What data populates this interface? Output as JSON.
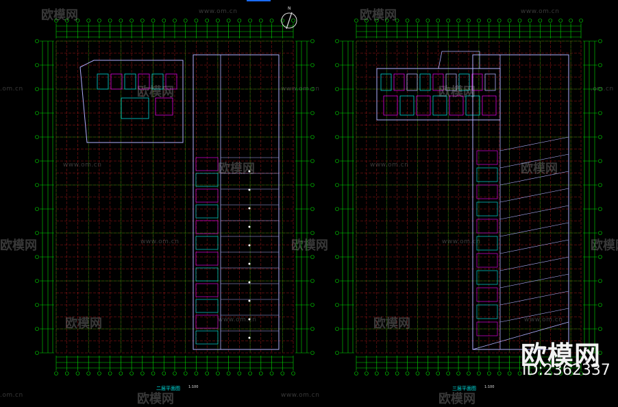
{
  "watermark": {
    "cn_text": "欧模网",
    "url_text": "www.om.cn",
    "url_short": ".om.cn"
  },
  "brand": {
    "logo": "欧模网",
    "id": "ID:2362337"
  },
  "plans": [
    {
      "title": "二层平面图",
      "scale": "1:100"
    },
    {
      "title": "三层平面图",
      "scale": "1:100"
    }
  ],
  "colors": {
    "background": "#000000",
    "grid_axis": "#00e000",
    "grid_dashed": "#d02020",
    "walls": "#b0b0ff",
    "detail_cyan": "#00d8d8",
    "detail_magenta": "#e000e0",
    "highlight_blue": "#1a6cff"
  }
}
